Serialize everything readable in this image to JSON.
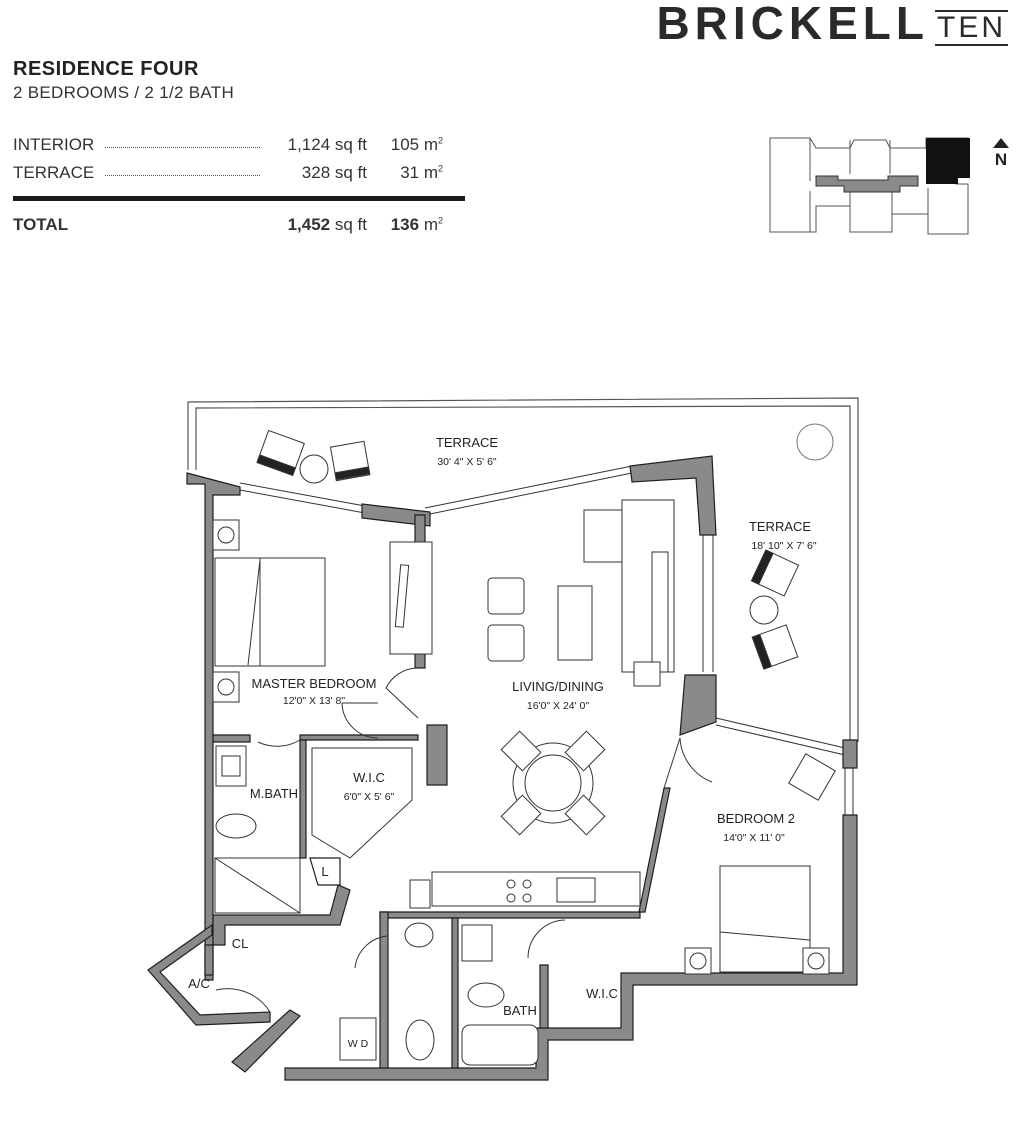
{
  "logo": {
    "main": "BRICKELL",
    "sub": "TEN"
  },
  "residence": {
    "title": "RESIDENCE FOUR",
    "subtitle": "2 BEDROOMS / 2 1/2 BATH"
  },
  "areas": [
    {
      "label": "INTERIOR",
      "sqft": "1,124 sq ft",
      "m2": "105 m",
      "sup": "2"
    },
    {
      "label": "TERRACE",
      "sqft": "328 sq ft",
      "m2": "31 m",
      "sup": "2"
    }
  ],
  "total": {
    "label": "TOTAL",
    "sqft_value": "1,452",
    "sqft_unit": "sq ft",
    "m2_value": "136",
    "m2_unit": "m",
    "sup": "2"
  },
  "north_label": "N",
  "rooms": {
    "terrace_north": {
      "name": "TERRACE",
      "dims": "30' 4\" X 5' 6\""
    },
    "terrace_east": {
      "name": "TERRACE",
      "dims": "18' 10\" X 7' 6\""
    },
    "master_bedroom": {
      "name": "MASTER BEDROOM",
      "dims": "12'0\" X 13' 8\""
    },
    "living_dining": {
      "name": "LIVING/DINING",
      "dims": "16'0\" X 24' 0\""
    },
    "wic_master": {
      "name": "W.I.C",
      "dims": "6'0\" X 5' 6\""
    },
    "master_bath": {
      "name": "M.BATH"
    },
    "bedroom2": {
      "name": "BEDROOM 2",
      "dims": "14'0\" X 11' 0\""
    },
    "laundry_closet": {
      "name": "L"
    },
    "closet": {
      "name": "CL"
    },
    "ac": {
      "name": "A/C"
    },
    "bath": {
      "name": "BATH"
    },
    "wic_bedroom2": {
      "name": "W.I.C"
    },
    "washer_dryer": {
      "name": "W D"
    }
  },
  "colors": {
    "wall": "#8a8a8a",
    "wall_outline": "#1e1e1e",
    "keyplan_highlight": "#111111",
    "keyplan_core": "#8a8a8a"
  }
}
